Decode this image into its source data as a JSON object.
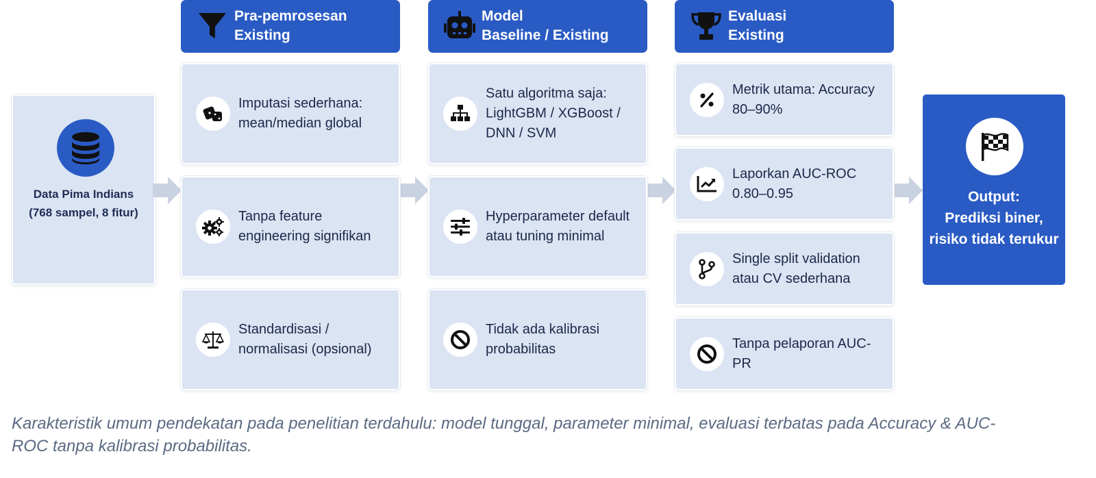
{
  "input": {
    "line1": "Data Pima Indians",
    "line2": "(768 sampel, 8 fitur)",
    "icon": "database-icon"
  },
  "columns": [
    {
      "header": {
        "line1": "Pra-pemrosesan",
        "line2": "Existing",
        "icon": "filter-icon"
      },
      "cards": [
        {
          "icon": "dice-icon",
          "text": "Imputasi sederhana: mean/median global"
        },
        {
          "icon": "gears-icon",
          "text": "Tanpa feature engineering signifikan"
        },
        {
          "icon": "scale-icon",
          "text": "Standardisasi / normalisasi (opsional)"
        }
      ]
    },
    {
      "header": {
        "line1": "Model",
        "line2": "Baseline / Existing",
        "icon": "robot-icon"
      },
      "cards": [
        {
          "icon": "sitemap-icon",
          "text": "Satu algoritma saja: LightGBM / XGBoost / DNN / SVM"
        },
        {
          "icon": "sliders-icon",
          "text": "Hyperparameter default atau tuning minimal"
        },
        {
          "icon": "ban-icon",
          "text": "Tidak ada kalibrasi probabilitas"
        }
      ]
    },
    {
      "header": {
        "line1": "Evaluasi",
        "line2": "Existing",
        "icon": "trophy-icon"
      },
      "cards": [
        {
          "icon": "percent-icon",
          "text": "Metrik utama: Accuracy 80–90%"
        },
        {
          "icon": "chart-line-icon",
          "text": "Laporkan AUC-ROC 0.80–0.95"
        },
        {
          "icon": "code-branch-icon",
          "text": "Single split validation atau CV sederhana"
        },
        {
          "icon": "ban-icon",
          "text": "Tanpa pelaporan AUC-PR"
        }
      ]
    }
  ],
  "output": {
    "line1": "Output:",
    "line2": "Prediksi biner,",
    "line3": "risiko tidak terukur",
    "icon": "flag-checkered-icon"
  },
  "caption": "Karakteristik umum pendekatan pada penelitian terdahulu: model tunggal, parameter minimal, evaluasi terbatas pada Accuracy & AUC-ROC tanpa kalibrasi probabilitas.",
  "colors": {
    "primary": "#2a5bc4",
    "card": "#dbe4f3",
    "arrow": "#c9d2e0",
    "text": "#1c2748",
    "caption": "#5a6a82"
  }
}
